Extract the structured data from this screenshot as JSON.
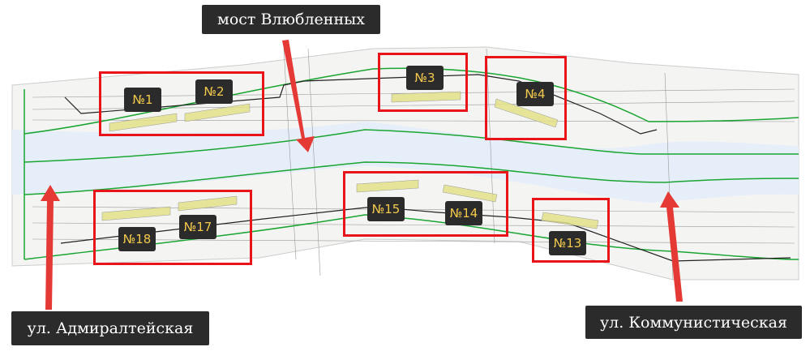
{
  "callouts": {
    "bridge": "мост Влюбленных",
    "street_left": "ул. Адмиралтейская",
    "street_right": "ул. Коммунистическая"
  },
  "sites": {
    "n1": "№1",
    "n2": "№2",
    "n3": "№3",
    "n4": "№4",
    "n13": "№13",
    "n14": "№14",
    "n15": "№15",
    "n17": "№17",
    "n18": "№18"
  },
  "colors": {
    "highlight_box": "#e8141a",
    "arrow": "#e53935",
    "label_bg": "#2b2b2b",
    "label_text": "#f2c94c",
    "green_line": "#1aa532",
    "river": "#e6eefa",
    "zone": "#e3e08a"
  }
}
